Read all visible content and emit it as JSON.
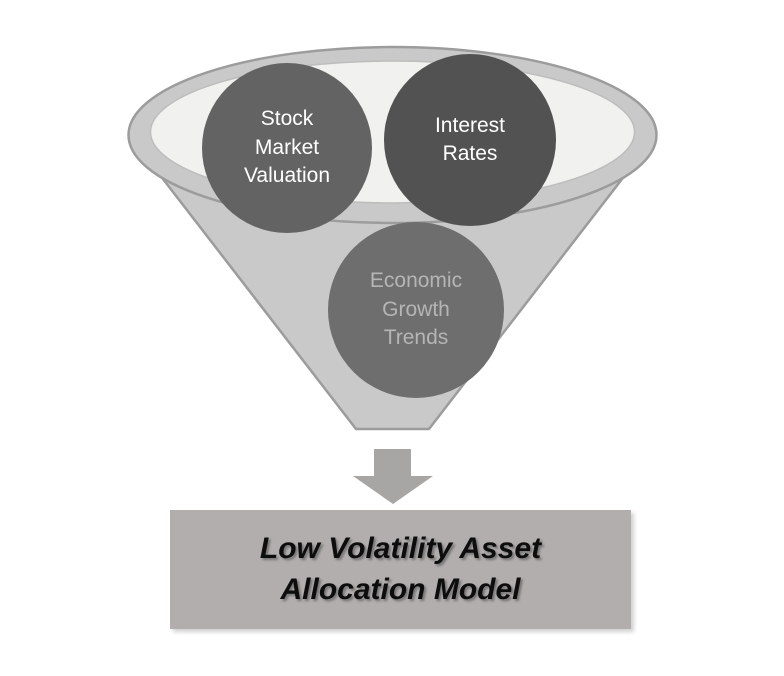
{
  "diagram": {
    "inputs": [
      {
        "label": "Stock Market Valuation",
        "color": "#636363",
        "text_color": "#ffffff"
      },
      {
        "label": "Interest Rates",
        "color": "#525252",
        "text_color": "#ffffff"
      },
      {
        "label": "Economic Growth Trends",
        "color": "#6e6e6e",
        "text_color": "#b5b5b5"
      }
    ],
    "output": {
      "label": "Low Volatility Asset Allocation Model",
      "box_color": "#b3aeae",
      "text_color": "#0d0d0d"
    },
    "funnel": {
      "body_color": "#c9c9c9",
      "rim_color": "#9c9c9c",
      "opening_color": "#f1f1ef",
      "opening_rim_color": "#bdbdbd",
      "arrow_color": "#a8a5a5"
    },
    "background_color": "#ffffff"
  }
}
